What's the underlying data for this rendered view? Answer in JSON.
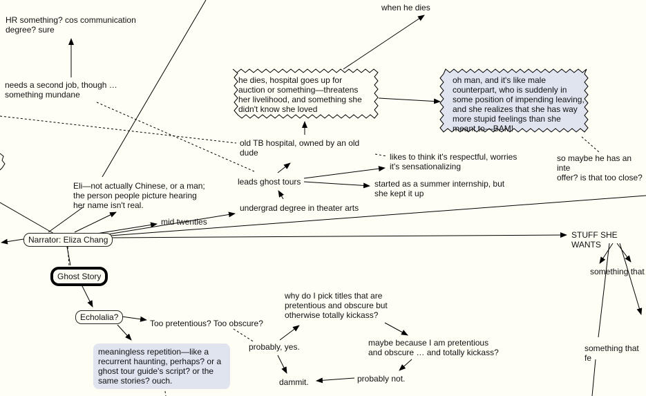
{
  "nodes": {
    "hr": "HR something? cos communication\ndegree? sure",
    "second_job": "needs a second job, though …\nsomething mundane",
    "daughter": "when he dies",
    "hospital_dies": "he dies, hospital goes up for\nauction or something—threatens\nher livelihood, and something she\ndidn't know she loved",
    "male_counterpart": "oh man, and it's like male\ncounterpart, who is suddenly in\nsome position of impending leaving,\nand she realizes that she has way\nmore stupid feelings than she\nmeant to—BAM!",
    "tb_hospital": "old TB hospital, owned by an old\ndude",
    "so_maybe": "so maybe he has an inte\noffer? is that too close?",
    "respectful": "likes to think it's respectful, worries\nit's sensationalizing",
    "summer": "started as a summer internship, but\nshe kept it up",
    "ghost_tours": "leads ghost tours",
    "eli": "Eli—not actually Chinese, or a man;\nthe person people picture hearing\nher name isn't real.",
    "undergrad": "undergrad degree in theater arts",
    "mid_twenties": "mid twenties",
    "narrator": "Narrator: Eliza Chang",
    "stuff_she_wants": "STUFF SHE WANTS",
    "ghost_story": "Ghost Story",
    "something_that": "something that",
    "echolalia": "Echolalia?",
    "too_pretentious": "Too pretentious? Too obscure?",
    "why_titles": "why do I pick titles that are\npretentious and obscure but\notherwise totally kickass?",
    "maybe_because": "maybe because I am pretentious\nand obscure … and totally kickass?",
    "something_that_fe": "something that fe",
    "probably_yes": "probably, yes.",
    "meaningless": "meaningless repetition—like a\nrecurrent haunting, perhaps? or a\nghost tour guide's script? or the\nsame stories? ouch.",
    "probably_not": "probably not.",
    "dammit": "dammit."
  },
  "colors": {
    "background": "#fffef5",
    "note_blue": "#dfe4ef",
    "line": "#000000"
  }
}
